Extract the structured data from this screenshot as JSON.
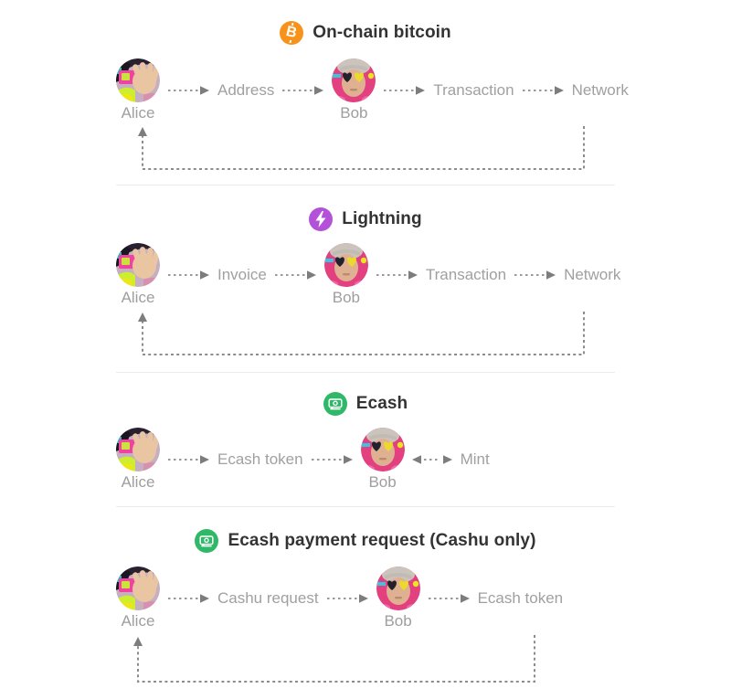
{
  "sections": [
    {
      "title": "On-chain bitcoin",
      "icon": "bitcoin-icon",
      "icon_color": "#f7931a",
      "alice": "Alice",
      "bob": "Bob",
      "step1": "Address",
      "step2": "Transaction",
      "step3": "Network",
      "return_arrow": "network-to-alice"
    },
    {
      "title": "Lightning",
      "icon": "lightning-icon",
      "icon_color": "#b451d9",
      "alice": "Alice",
      "bob": "Bob",
      "step1": "Invoice",
      "step2": "Transaction",
      "step3": "Network",
      "return_arrow": "network-to-alice"
    },
    {
      "title": "Ecash",
      "icon": "ecash-icon",
      "icon_color": "#2eb868",
      "alice": "Alice",
      "bob": "Bob",
      "step1": "Ecash token",
      "step2": "Mint",
      "return_arrow": "none"
    },
    {
      "title": "Ecash payment request (Cashu only)",
      "icon": "ecash-icon",
      "icon_color": "#2eb868",
      "alice": "Alice",
      "bob": "Bob",
      "step1": "Cashu request",
      "step2": "Ecash token",
      "return_arrow": "token-to-alice"
    }
  ],
  "colors": {
    "label_gray": "#a0a0a0",
    "title_dark": "#333333",
    "arrow_gray": "#999999",
    "divider": "#ececec",
    "bitcoin_orange": "#f7931a",
    "lightning_purple": "#b451d9",
    "ecash_green": "#2eb868"
  }
}
